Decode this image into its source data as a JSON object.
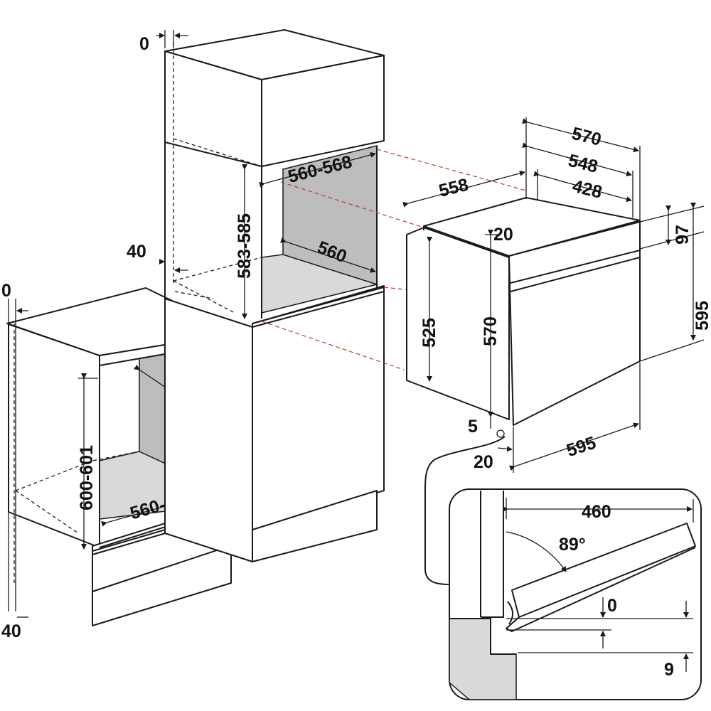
{
  "dimensions": {
    "left_cabinet": {
      "top_gap": "0",
      "width": "560",
      "depth": "560-568",
      "height": "600-601",
      "bottom_gap": "40"
    },
    "tall_cabinet": {
      "top_gap": "0",
      "side_gap": "40",
      "width": "560-568",
      "depth": "560",
      "height": "583-585"
    },
    "oven": {
      "depth_total": "570",
      "depth_body": "548",
      "depth_top": "428",
      "side_depth": "558",
      "control_height": "97",
      "front_height": "595",
      "body_height": "570",
      "side_height": "525",
      "top_offset": "20",
      "bottom_offset": "5",
      "front_offset": "20",
      "width": "595"
    },
    "door_detail": {
      "opening_depth": "460",
      "angle": "89°",
      "gap_top": "0",
      "gap_bottom": "9"
    }
  }
}
